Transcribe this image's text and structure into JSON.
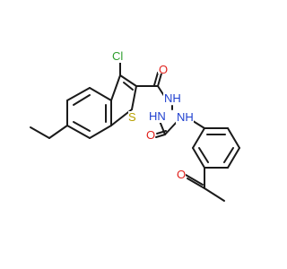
{
  "molecule": {
    "atoms": {
      "cl": {
        "text": "Cl",
        "color": "#2e9e2e"
      },
      "s": {
        "text": "S",
        "color": "#b8a000"
      },
      "o_carbonyl": {
        "text": "O",
        "color": "#e0201b"
      },
      "nh_hydrazide1": {
        "text": "NH",
        "color": "#1f3fcf"
      },
      "nh_hydrazide2": {
        "text": "HN",
        "color": "#1f3fcf"
      },
      "o_urea": {
        "text": "O",
        "color": "#e0201b"
      },
      "nh_anilide": {
        "text": "NH",
        "color": "#1f3fcf"
      },
      "o_acetyl": {
        "text": "O",
        "color": "#e0201b"
      }
    }
  }
}
